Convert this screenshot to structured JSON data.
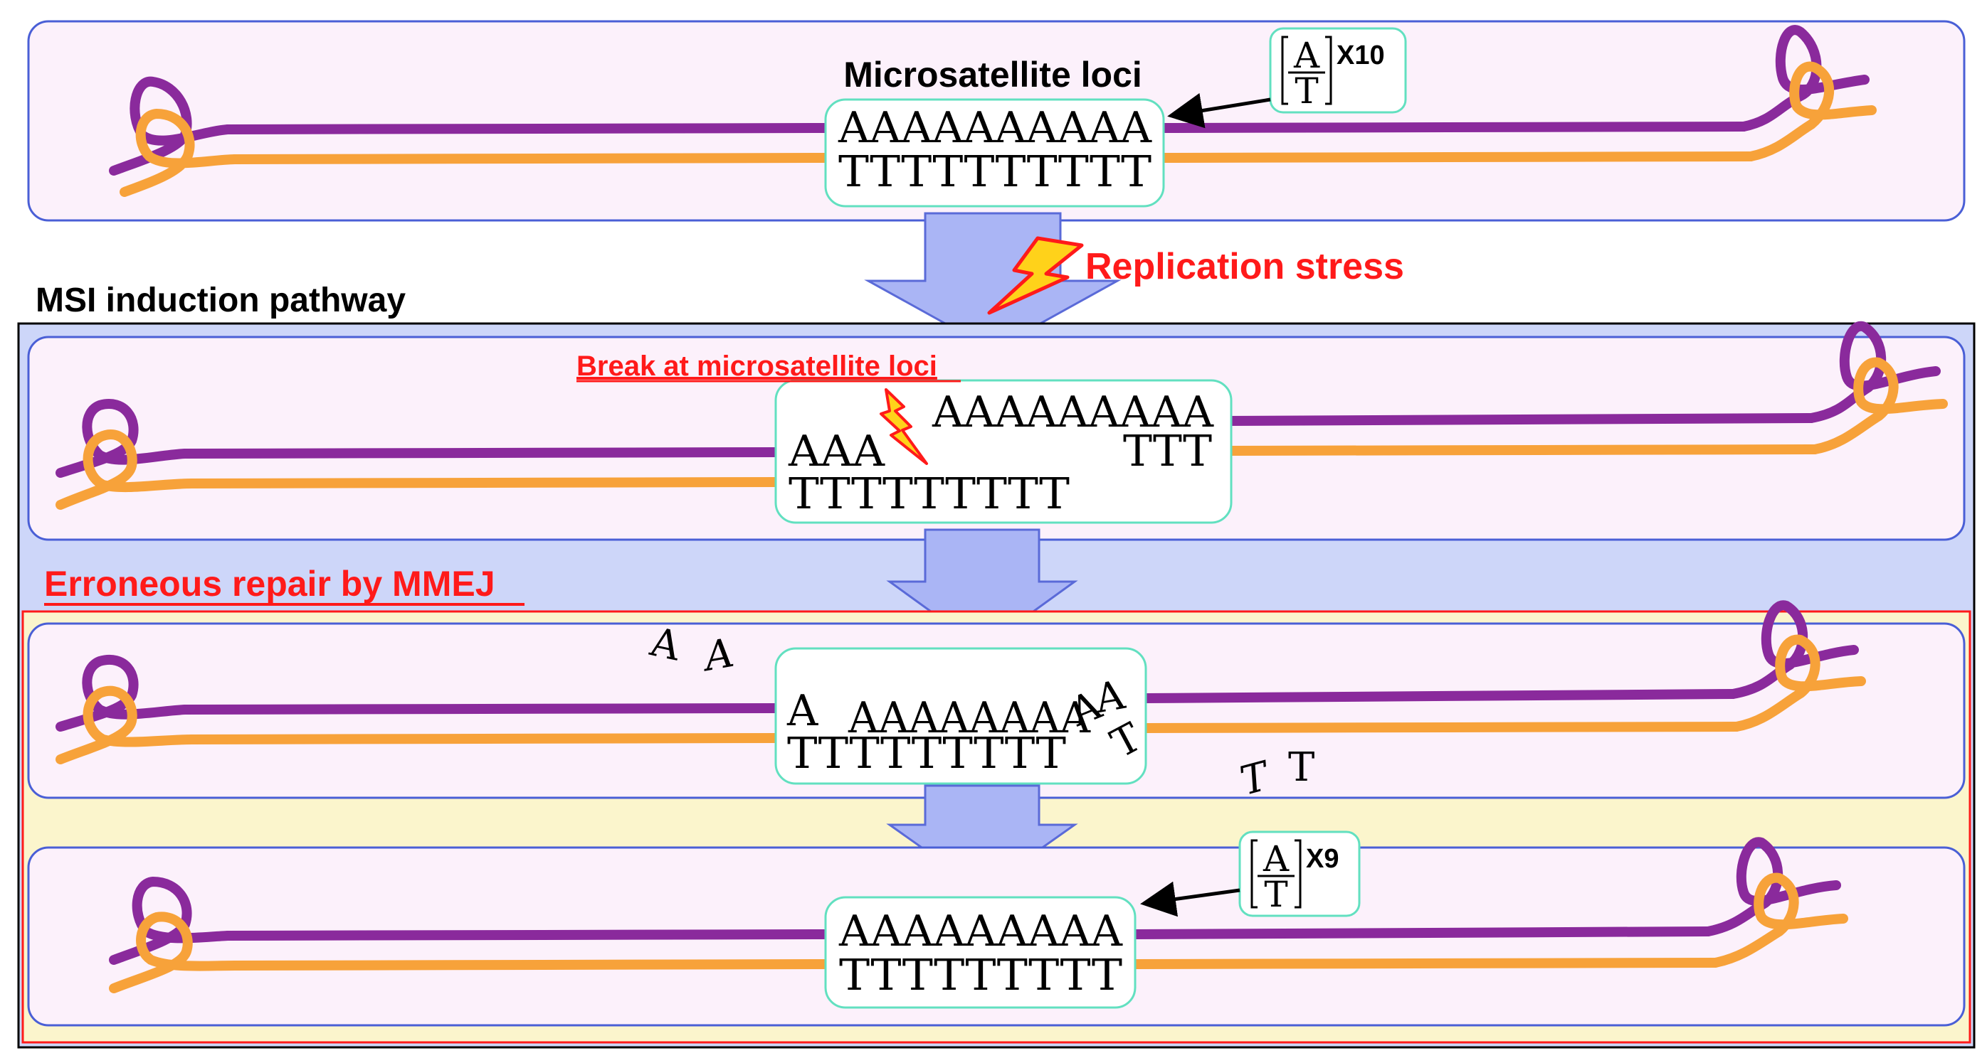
{
  "top": {
    "title": "Microsatellite loci",
    "seq_top": "AAAAAAAAAA",
    "seq_bottom": "TTTTTTTTTT",
    "callout_top": "A",
    "callout_bottom": "T",
    "callout_exp": "X10"
  },
  "stress": {
    "label": "Replication stress"
  },
  "pathway": {
    "label": "MSI induction pathway"
  },
  "break_panel": {
    "title": "Break at microsatellite loci",
    "seq_top_right": "AAAAAAAAA",
    "seq_left_a": "AAA",
    "seq_right_t": "TTT",
    "seq_bottom": "TTTTTTTTT"
  },
  "mmej": {
    "label": "Erroneous repair by MMEJ"
  },
  "repair_panel": {
    "loose_a1": "A",
    "loose_a2": "A",
    "seq_left_a": "A",
    "seq_top": "AAAAAAAA",
    "flap_a1": "A",
    "flap_a2": "A",
    "flap_t": "T",
    "seq_bottom": "TTTTTTTTT",
    "loose_t1": "T",
    "loose_t2": "T"
  },
  "result_panel": {
    "seq_top": "AAAAAAAAA",
    "seq_bottom": "TTTTTTTTT",
    "callout_top": "A",
    "callout_bottom": "T",
    "callout_exp": "X9"
  },
  "colors": {
    "purple": "#8a2a9c",
    "orange": "#f7a23a",
    "panel_fill": "#fcf1fb",
    "panel_border": "#4a5fd6",
    "box_border": "#62e0c0",
    "arrow_fill": "#aab5f5",
    "arrow_border": "#5a6ad8",
    "pathway_fill": "#cdd6f9",
    "mmej_fill": "#fbf5cc",
    "red": "#ff1a1a"
  }
}
